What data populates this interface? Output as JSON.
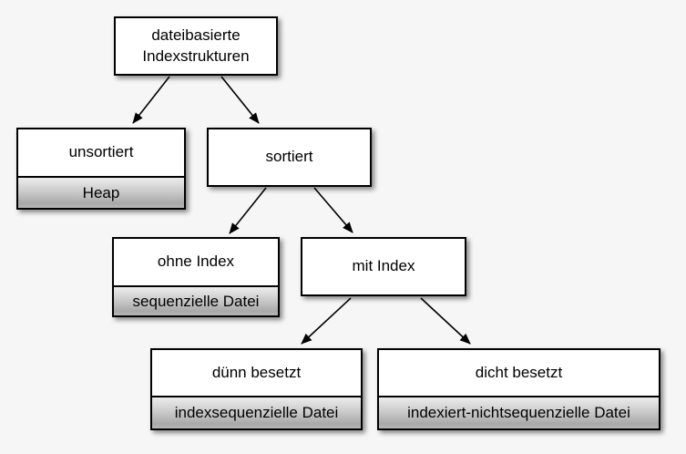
{
  "colors": {
    "background": "#f6f6f6",
    "box_fill": "#ffffff",
    "box_border": "#000000",
    "text": "#000000",
    "sublabel_gradient_top": "#ececec",
    "sublabel_gradient_bottom": "#a9a9a9",
    "arrow": "#000000"
  },
  "nodes": {
    "root": {
      "title": "dateibasierte Indexstrukturen"
    },
    "unsortiert": {
      "title": "unsortiert",
      "sublabel": "Heap"
    },
    "sortiert": {
      "title": "sortiert"
    },
    "ohne_index": {
      "title": "ohne Index",
      "sublabel": "sequenzielle Datei"
    },
    "mit_index": {
      "title": "mit Index"
    },
    "duenn_besetzt": {
      "title": "dünn besetzt",
      "sublabel": "indexsequenzielle Datei"
    },
    "dicht_besetzt": {
      "title": "dicht besetzt",
      "sublabel": "indexiert-nichtsequenzielle Datei"
    }
  },
  "edges": [
    {
      "from": "dateibasierte Indexstrukturen",
      "to": "unsortiert"
    },
    {
      "from": "dateibasierte Indexstrukturen",
      "to": "sortiert"
    },
    {
      "from": "sortiert",
      "to": "ohne Index"
    },
    {
      "from": "sortiert",
      "to": "mit Index"
    },
    {
      "from": "mit Index",
      "to": "dünn besetzt"
    },
    {
      "from": "mit Index",
      "to": "dicht besetzt"
    }
  ]
}
